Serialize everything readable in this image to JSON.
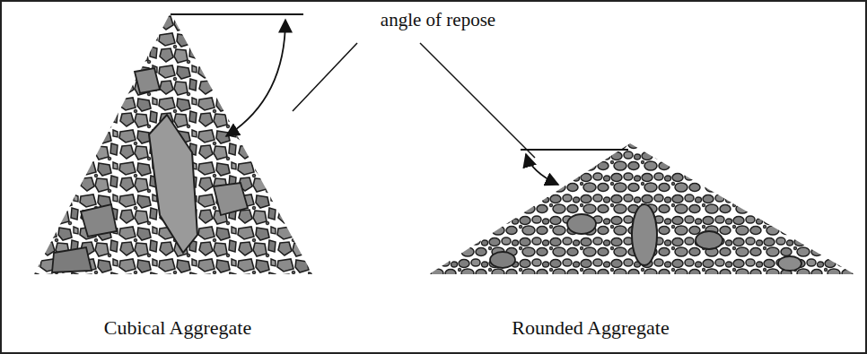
{
  "diagram": {
    "labels": [
      "angle of repose",
      "Cubical Aggregate",
      "Rounded Aggregate"
    ]
  }
}
